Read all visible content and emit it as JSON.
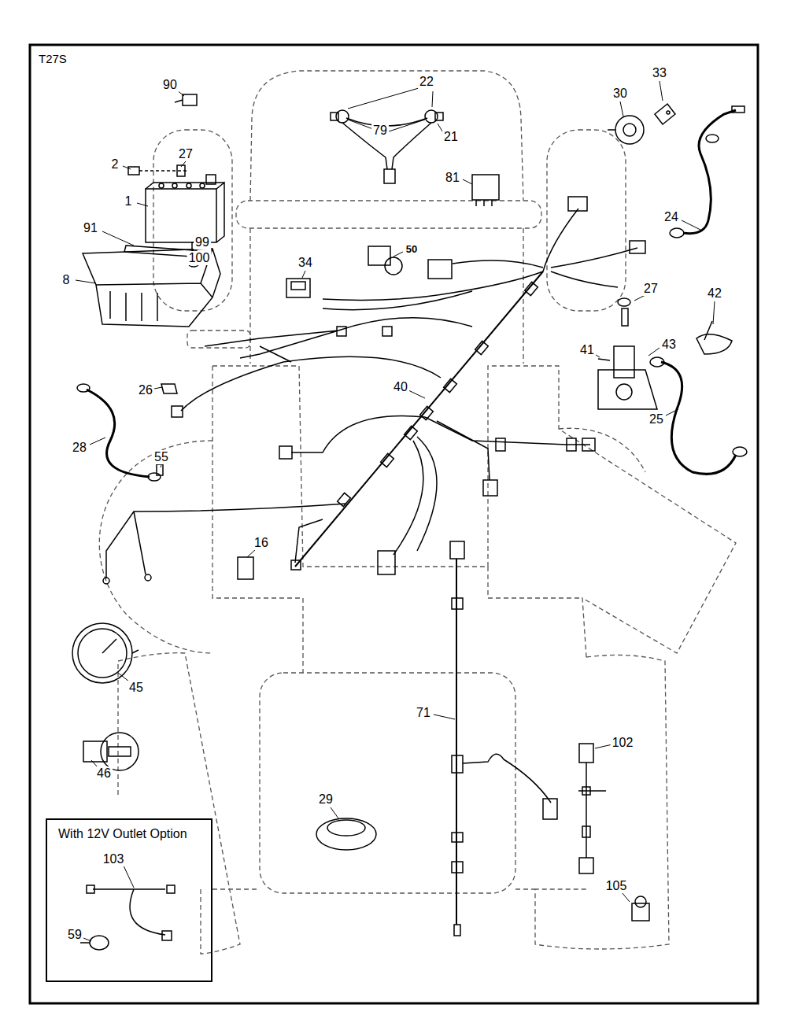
{
  "diagram": {
    "title": "T27S",
    "nodes": [
      {
        "text": [
          "With 12V Outlet Option"
        ]
      }
    ],
    "edges": [],
    "labels": [
      "90",
      "22",
      "27",
      "2",
      "1",
      "79",
      "21",
      "30",
      "33",
      "81",
      "91",
      "99",
      "100",
      "8",
      "50",
      "34",
      "24",
      "27",
      "42",
      "41",
      "43",
      "26",
      "40",
      "25",
      "28",
      "55",
      "16",
      "45",
      "46",
      "71",
      "102",
      "29",
      "105",
      "103",
      "59"
    ]
  }
}
